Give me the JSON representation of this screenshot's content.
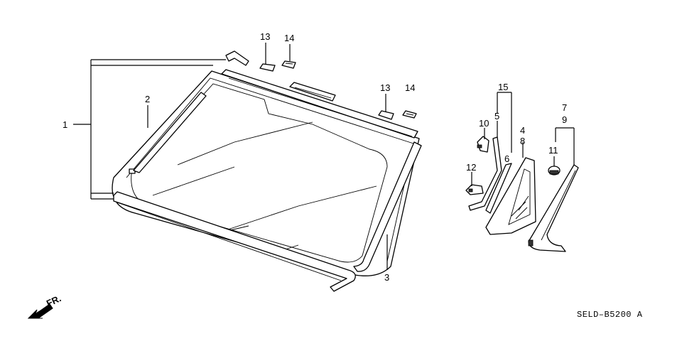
{
  "diagram": {
    "drawing_code": "SELD–B5200 A",
    "front_arrow_label": "FR.",
    "callouts": [
      {
        "id": "c1",
        "text": "1"
      },
      {
        "id": "c2",
        "text": "2"
      },
      {
        "id": "c3",
        "text": "3"
      },
      {
        "id": "c4",
        "text": "4"
      },
      {
        "id": "c5",
        "text": "5"
      },
      {
        "id": "c6",
        "text": "6"
      },
      {
        "id": "c7",
        "text": "7"
      },
      {
        "id": "c8",
        "text": "8"
      },
      {
        "id": "c9",
        "text": "9"
      },
      {
        "id": "c10",
        "text": "10"
      },
      {
        "id": "c11",
        "text": "11"
      },
      {
        "id": "c12",
        "text": "12"
      },
      {
        "id": "c13a",
        "text": "13"
      },
      {
        "id": "c13b",
        "text": "13"
      },
      {
        "id": "c14a",
        "text": "14"
      },
      {
        "id": "c14b",
        "text": "14"
      },
      {
        "id": "c15",
        "text": "15"
      }
    ]
  }
}
